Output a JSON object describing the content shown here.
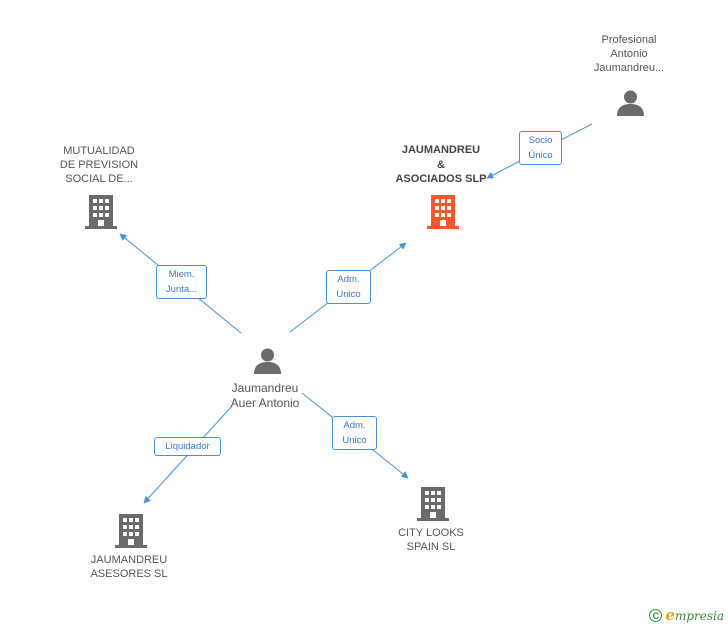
{
  "nodes": {
    "profesional": {
      "lines": [
        "Profesional",
        "Antonio",
        "Jaumandreu..."
      ],
      "kind": "person"
    },
    "jaumandreu_asociados": {
      "lines": [
        "JAUMANDREU",
        "&",
        "ASOCIADOS SLP"
      ],
      "kind": "company-highlight"
    },
    "mutualidad": {
      "lines": [
        "MUTUALIDAD",
        "DE PREVISION",
        "SOCIAL DE..."
      ],
      "kind": "company"
    },
    "center_person": {
      "lines": [
        "Jaumandreu",
        "Auer Antonio"
      ],
      "kind": "person"
    },
    "jaumandreu_asesores": {
      "lines": [
        "JAUMANDREU",
        "ASESORES SL"
      ],
      "kind": "company"
    },
    "city_looks": {
      "lines": [
        "CITY LOOKS",
        "SPAIN SL"
      ],
      "kind": "company"
    }
  },
  "edges": {
    "socio_unico": {
      "lines": [
        "Socio",
        "Único"
      ]
    },
    "miem_junta": {
      "lines": [
        "Miem.",
        "Junta..."
      ]
    },
    "adm_unico_1": {
      "lines": [
        "Adm.",
        "Unico"
      ]
    },
    "liquidador": {
      "lines": [
        "Liquidador"
      ]
    },
    "adm_unico_2": {
      "lines": [
        "Adm.",
        "Unico"
      ]
    }
  },
  "colors": {
    "edge": "#4a90d9",
    "icon_gray": "#6b6b6b",
    "icon_highlight": "#f05a28",
    "brand_green": "#3a8c3a",
    "brand_orange": "#e8a317"
  },
  "footer": {
    "copyright_symbol": "C",
    "brand_initial": "e",
    "brand_rest": "mpresia"
  }
}
